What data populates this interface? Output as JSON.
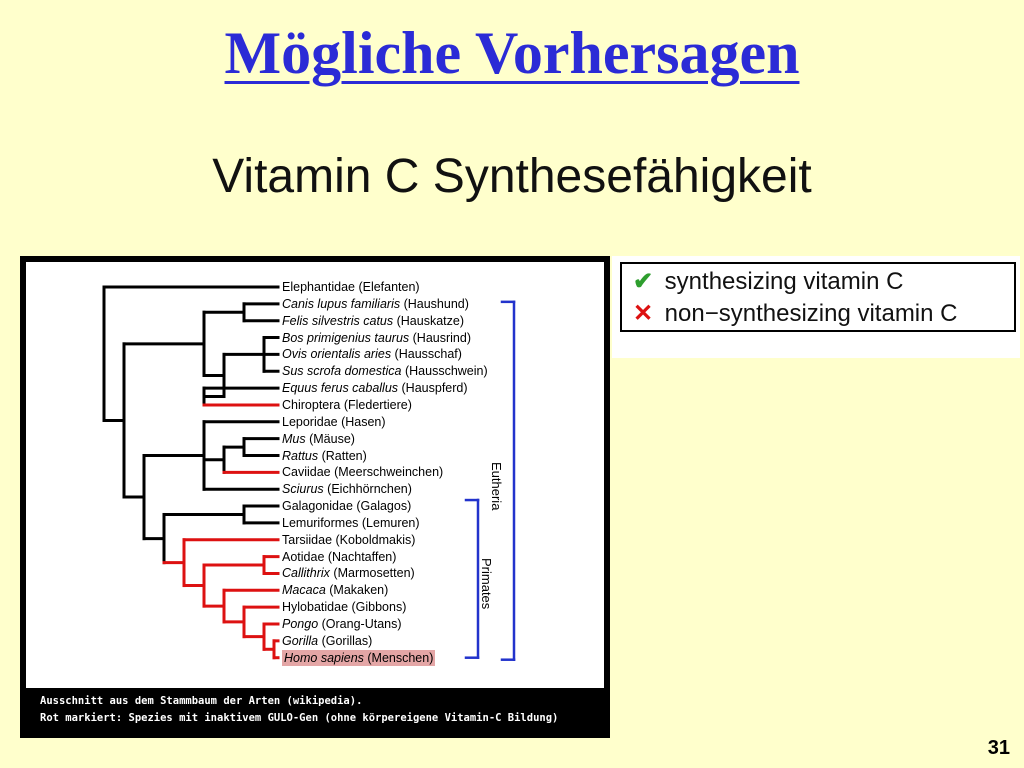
{
  "title": "Mögliche Vorhersagen",
  "subtitle": "Vitamin C Synthesefähigkeit",
  "figure": {
    "taxa": [
      {
        "sci": "",
        "common": "Elephantidae (Elefanten)",
        "red": false,
        "highlight": false
      },
      {
        "sci": "Canis lupus familiaris",
        "common": " (Haushund)",
        "red": false,
        "highlight": false
      },
      {
        "sci": "Felis silvestris catus",
        "common": " (Hauskatze)",
        "red": false,
        "highlight": false
      },
      {
        "sci": "Bos primigenius taurus",
        "common": " (Hausrind)",
        "red": false,
        "highlight": false
      },
      {
        "sci": "Ovis orientalis aries",
        "common": " (Hausschaf)",
        "red": false,
        "highlight": false
      },
      {
        "sci": "Sus scrofa domestica",
        "common": " (Hausschwein)",
        "red": false,
        "highlight": false
      },
      {
        "sci": "Equus ferus caballus",
        "common": " (Hauspferd)",
        "red": false,
        "highlight": false
      },
      {
        "sci": "",
        "common": "Chiroptera (Fledertiere)",
        "red": true,
        "highlight": false
      },
      {
        "sci": "",
        "common": "Leporidae (Hasen)",
        "red": false,
        "highlight": false
      },
      {
        "sci": "Mus",
        "common": " (Mäuse)",
        "red": false,
        "highlight": false
      },
      {
        "sci": "Rattus",
        "common": " (Ratten)",
        "red": false,
        "highlight": false
      },
      {
        "sci": "",
        "common": "Caviidae (Meerschweinchen)",
        "red": true,
        "highlight": false
      },
      {
        "sci": "Sciurus",
        "common": " (Eichhörnchen)",
        "red": false,
        "highlight": false
      },
      {
        "sci": "",
        "common": "Galagonidae (Galagos)",
        "red": false,
        "highlight": false
      },
      {
        "sci": "",
        "common": "Lemuriformes (Lemuren)",
        "red": false,
        "highlight": false
      },
      {
        "sci": "",
        "common": "Tarsiidae (Koboldmakis)",
        "red": true,
        "highlight": false
      },
      {
        "sci": "",
        "common": "Aotidae (Nachtaffen)",
        "red": true,
        "highlight": false
      },
      {
        "sci": "Callithrix",
        "common": " (Marmosetten)",
        "red": true,
        "highlight": false
      },
      {
        "sci": "Macaca",
        "common": " (Makaken)",
        "red": true,
        "highlight": false
      },
      {
        "sci": "",
        "common": "Hylobatidae (Gibbons)",
        "red": true,
        "highlight": false
      },
      {
        "sci": "Pongo",
        "common": " (Orang-Utans)",
        "red": true,
        "highlight": false
      },
      {
        "sci": "Gorilla",
        "common": " (Gorillas)",
        "red": true,
        "highlight": false
      },
      {
        "sci": "Homo sapiens",
        "common": " (Menschen)",
        "red": true,
        "highlight": true
      }
    ],
    "group_eutheria": "Eutheria",
    "group_primates": "Primates",
    "caption_line1": "Ausschnitt aus dem Stammbaum der Arten (wikipedia).",
    "caption_line2": "Rot markiert: Spezies mit inaktivem GULO-Gen (ohne körpereigene Vitamin-C Bildung)",
    "colors": {
      "normal": "#000000",
      "inactive": "#dd1111",
      "highlight": "#e4a6a6"
    }
  },
  "legend": {
    "synth_label": "synthesizing vitamin C",
    "synth_icon": "check-icon",
    "synth_color": "#2e9e2e",
    "nonsynth_label": "non−synthesizing vitamin C",
    "nonsynth_icon": "cross-icon",
    "nonsynth_color": "#dd1111"
  },
  "page_number": "31"
}
